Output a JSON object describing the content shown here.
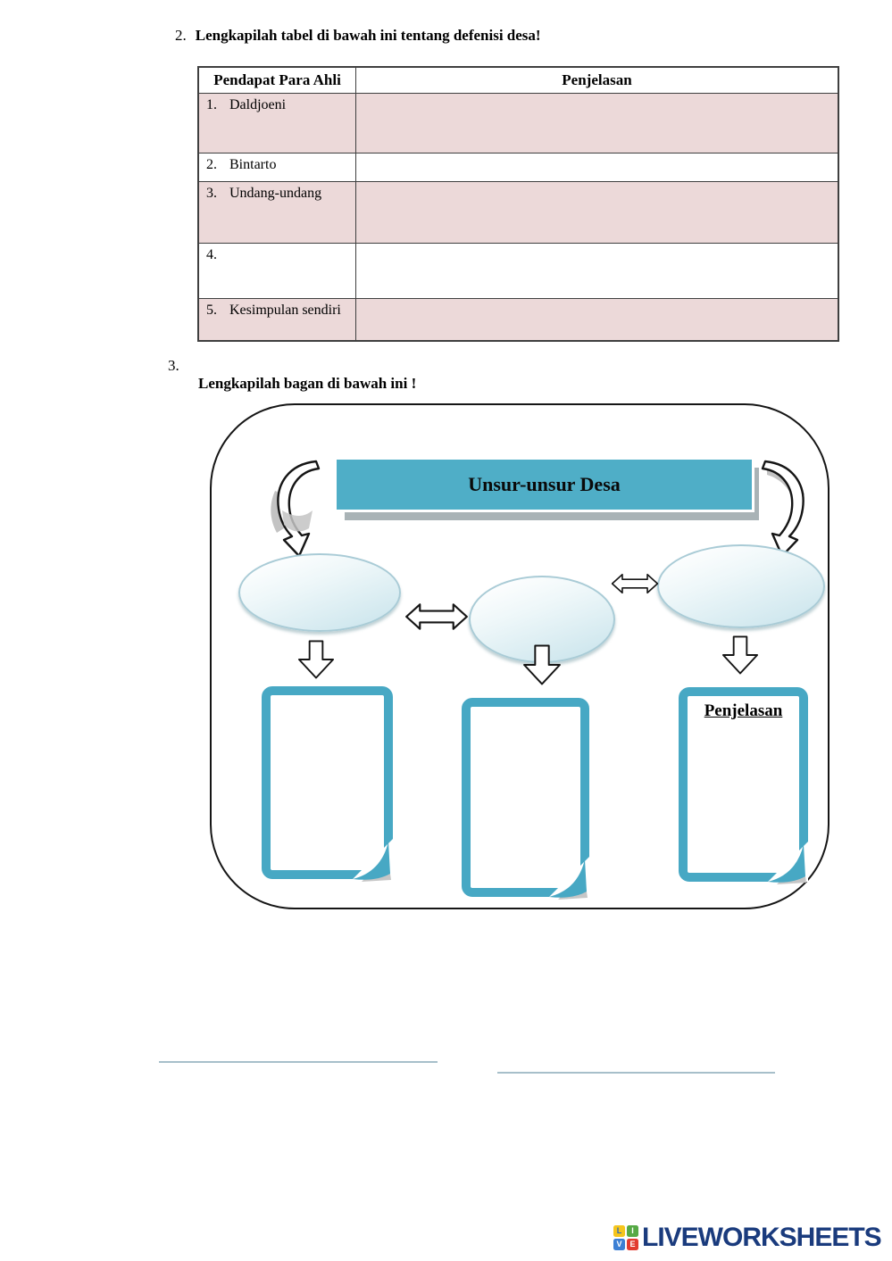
{
  "colors": {
    "accent_teal": "#47a8c4",
    "banner_teal": "#4faec7",
    "banner_shadow_gray": "#a9b3b6",
    "row_pink": "#ecd9d9",
    "ellipse_blue": "#cfe7ee",
    "brand_navy": "#1a3b7d",
    "answer_line_blue": "#a7bfca"
  },
  "section2": {
    "number": "2.",
    "title": "Lengkapilah tabel di bawah ini tentang defenisi desa!"
  },
  "table": {
    "header": {
      "col1": "Pendapat Para Ahli",
      "col2": "Penjelasan"
    },
    "rows": [
      {
        "num": "1.",
        "label": "Daldjoeni"
      },
      {
        "num": "2.",
        "label": "Bintarto"
      },
      {
        "num": "3.",
        "label": "Undang-undang"
      },
      {
        "num": "4.",
        "label": ""
      },
      {
        "num": "5.",
        "label": "Kesimpulan sendiri"
      }
    ]
  },
  "section3": {
    "number": "3.",
    "title": "Lengkapilah bagan di bawah ini !"
  },
  "diagram": {
    "banner_title": "Unsur-unsur Desa",
    "explanation_label": "Penjelasan"
  },
  "footer": {
    "brand": "LIVEWORKSHEETS",
    "tiles": [
      {
        "letter": "L"
      },
      {
        "letter": "I"
      },
      {
        "letter": "V"
      },
      {
        "letter": "E"
      }
    ]
  }
}
